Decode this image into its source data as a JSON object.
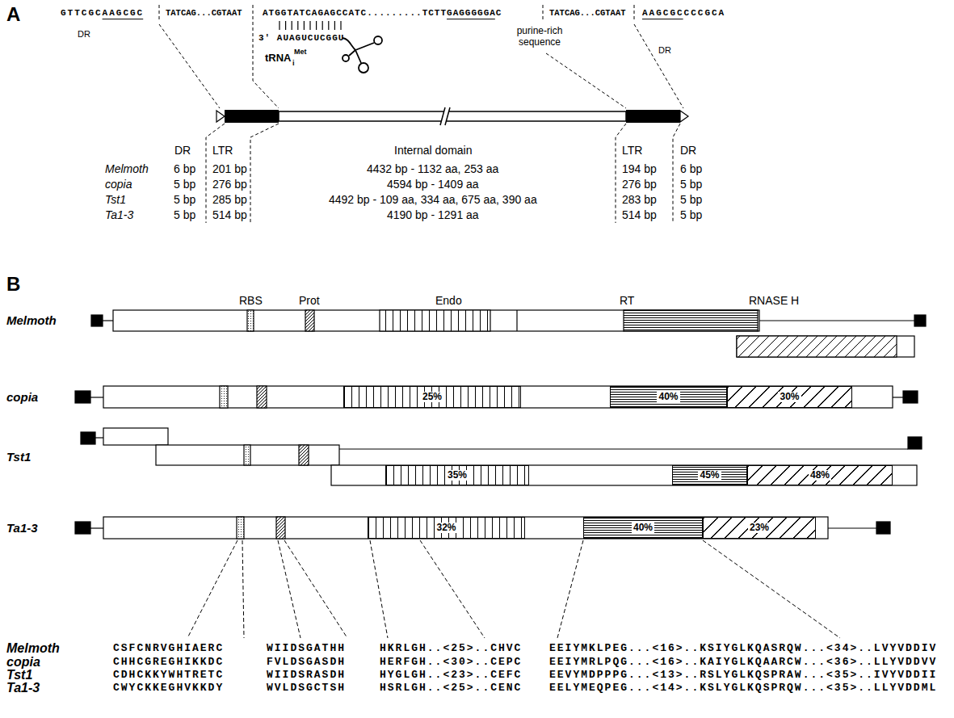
{
  "diagram": {
    "nodes": [
      {
        "text": [
          "25%"
        ]
      },
      {
        "text": [
          "40%"
        ]
      },
      {
        "text": [
          "30%"
        ]
      },
      {
        "text": [
          "35%"
        ]
      },
      {
        "text": [
          "45%"
        ]
      },
      {
        "text": [
          "48%"
        ]
      },
      {
        "text": [
          "32%"
        ]
      },
      {
        "text": [
          "40%"
        ]
      },
      {
        "text": [
          "23%"
        ]
      }
    ],
    "labels": [
      "A",
      "GTTCGCAAGCGC",
      "DR",
      "TATCAG...CGTAAT",
      "ATGGTATCAGAGCCATC.........TCTTGAGGGGGAC",
      "3' AUAGUCUCGGU",
      "tRNA",
      "i",
      "Met",
      "purine-rich sequence",
      "TATCAG...CGTAAT",
      "AAGCGCCCCGCA",
      "DR",
      "DR",
      "LTR",
      "Internal domain",
      "LTR",
      "DR",
      "Melmoth",
      "6 bp",
      "201 bp",
      "4432 bp - 1132 aa, 253 aa",
      "194 bp",
      "6 bp",
      "copia",
      "5 bp",
      "276 bp",
      "4594 bp - 1409 aa",
      "276 bp",
      "5 bp",
      "Tst1",
      "5 bp",
      "285 bp",
      "4492 bp - 109 aa, 334 aa, 675 aa, 390 aa",
      "283 bp",
      "5 bp",
      "Ta1-3",
      "5 bp",
      "514 bp",
      "4190 bp - 1291 aa",
      "514 bp",
      "5 bp",
      "B",
      "RBS",
      "Prot",
      "Endo",
      "RT",
      "RNASE H",
      "Melmoth",
      "copia",
      "Tst1",
      "Ta1-3",
      "Melmoth",
      "CSFCNRVGHIAERC",
      "WIIDSGATHH",
      "HKRLGH..<25>..CHVC",
      "EEIYMKLPEG...<16>..KSIYGLKQASRQW...<34>..LVYVDDIV",
      "copia",
      "CHHCGREGHIKKDC",
      "FVLDSGASDH",
      "HERFGH..<30>..CEPC",
      "EEIYMRLPQG...<16>..KAIYGLKQAARCW...<36>..LLYVDDVV",
      "Tst1",
      "CDHCKKYWHTRETC",
      "WIIDSRASDH",
      "HYGLGH..<23>..CEFC",
      "EEVYMDPPPG...<13>..RSLYGLKQSPRAW...<35>..IVYVDDII",
      "Ta1-3",
      "CWYCKKEGHVKKDY",
      "WVLDSGCTSH",
      "HSRLGH..<25>..CENC",
      "EELYMEQPEG...<14>..KSLYGLKQSPRQW...<35>..LLYVDDML"
    ]
  }
}
